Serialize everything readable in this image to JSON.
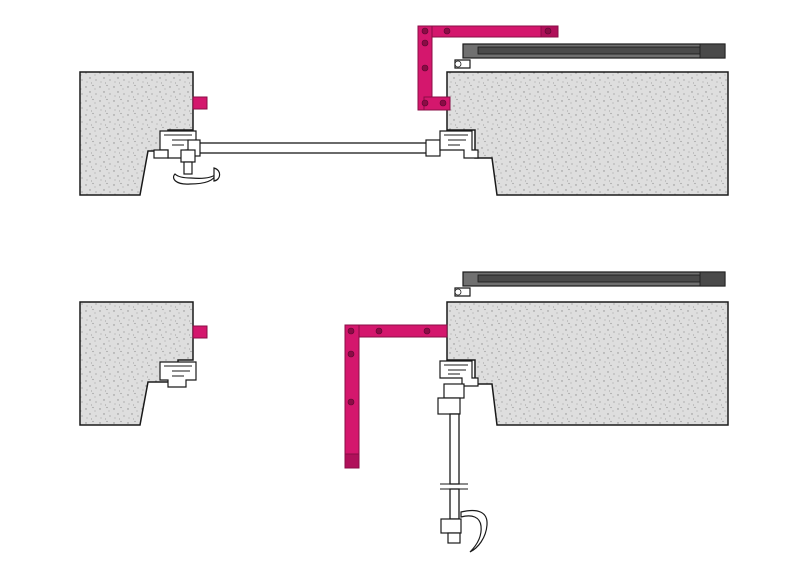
{
  "figure": {
    "kind": "technical-section-drawing",
    "views": [
      {
        "state": "closed"
      },
      {
        "state": "open"
      }
    ]
  },
  "colors": {
    "background": "#ffffff",
    "concrete_fill": "#dedede",
    "concrete_speckle": "#8d8d8d",
    "outline": "#1a1a1a",
    "arm": "#d4176d",
    "arm_dark": "#8a0c45",
    "closer_body": "#707070",
    "closer_dark": "#4a4a4a",
    "frame_fill": "#ffffff",
    "frame_shadow": "#9a9a9a"
  },
  "icons": {
    "door_handle": "lever-handle-icon",
    "pivot": "pivot-pin-icon",
    "door_closer": "overhead-door-closer-icon"
  }
}
